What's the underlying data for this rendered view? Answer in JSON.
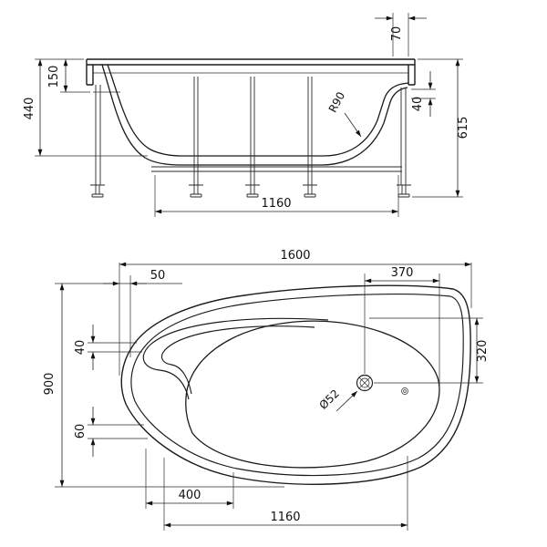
{
  "drawing": {
    "background_color": "#ffffff",
    "line_color": "#1b1b1b",
    "views": {
      "elevation": {
        "dims": {
          "deck_offset": "70",
          "rim_to_ledge": "150",
          "shell_height": "440",
          "seat_step": "40",
          "overall_height": "615",
          "bottom_radius": "R90",
          "frame_span": "1160"
        }
      },
      "plan": {
        "dims": {
          "overall_length": "1600",
          "deck_width_left": "50",
          "drain_to_well_edge": "370",
          "drain_offset_side": "320",
          "deck_width_upper": "40",
          "overall_width": "900",
          "deck_width_lower": "60",
          "drain_diameter": "Ø52",
          "bottom_offset": "400",
          "well_span": "1160"
        }
      }
    }
  }
}
